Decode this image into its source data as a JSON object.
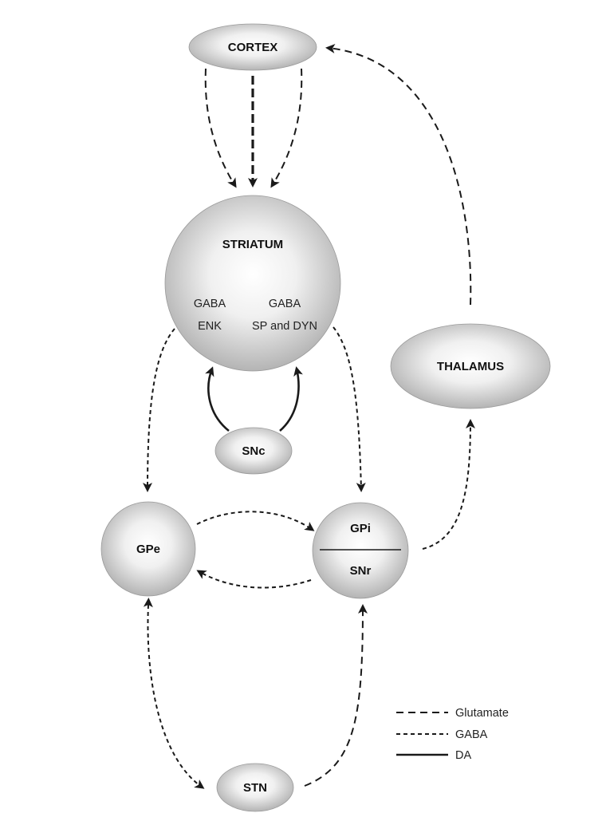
{
  "nodes": {
    "cortex": {
      "label": "CORTEX"
    },
    "striatum": {
      "label": "STRIATUM",
      "left_line1": "GABA",
      "left_line2": "ENK",
      "right_line1": "GABA",
      "right_line2": "SP and DYN"
    },
    "thalamus": {
      "label": "THALAMUS"
    },
    "snc": {
      "label": "SNc"
    },
    "gpe": {
      "label": "GPe"
    },
    "gpi_snr": {
      "top_label": "GPi",
      "bottom_label": "SNr"
    },
    "stn": {
      "label": "STN"
    }
  },
  "legend": [
    {
      "style": "glutamate",
      "label": "Glutamate"
    },
    {
      "style": "gaba",
      "label": "GABA"
    },
    {
      "style": "da",
      "label": "DA"
    }
  ],
  "colors": {
    "node_highlight": "#ffffff",
    "node_shadow": "#b4b4b4",
    "line": "#1a1a1a"
  }
}
